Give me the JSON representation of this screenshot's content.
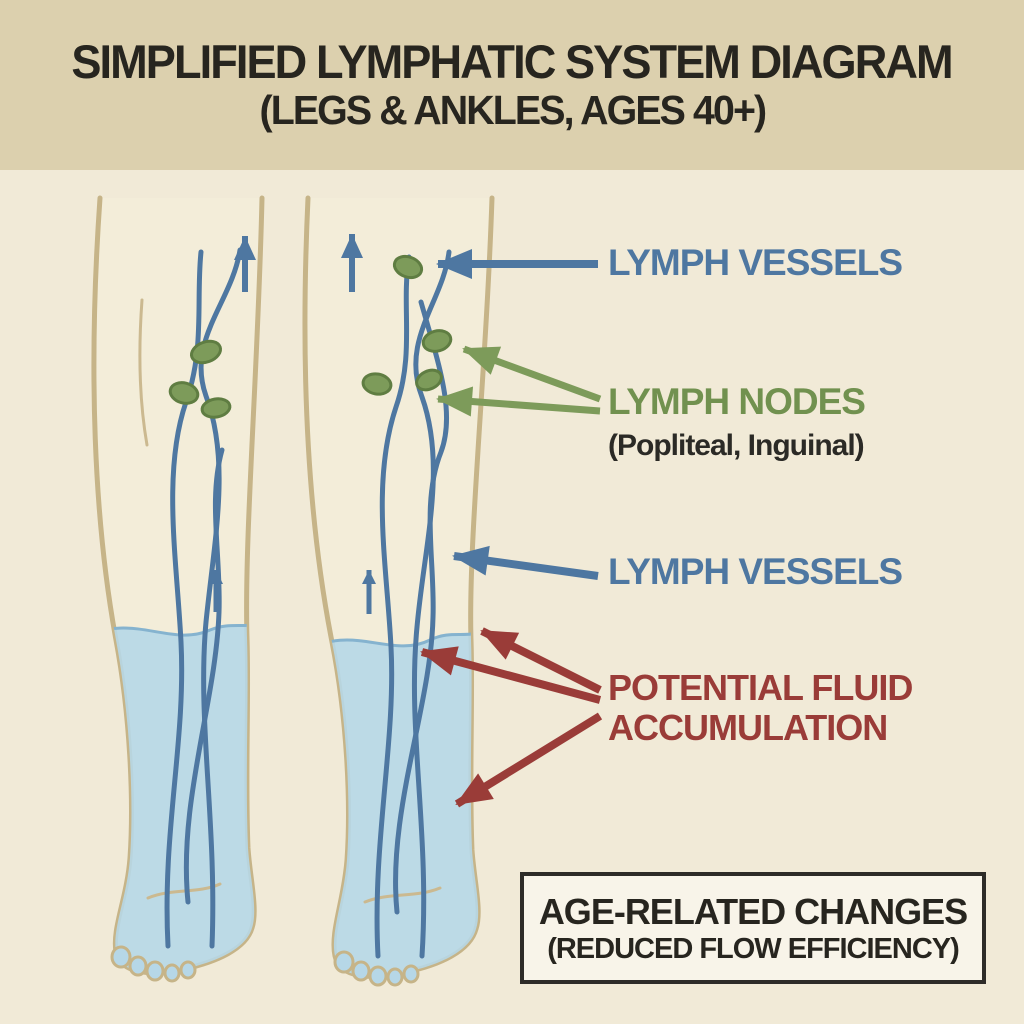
{
  "title": {
    "line1": "SIMPLIFIED LYMPHATIC SYSTEM DIAGRAM",
    "line2": "(LEGS & ANKLES, AGES 40+)"
  },
  "annotations": {
    "lymph_vessels_top": {
      "label": "LYMPH VESSELS"
    },
    "lymph_nodes": {
      "label": "LYMPH NODES",
      "sublabel": "(Popliteal, Inguinal)"
    },
    "lymph_vessels_mid": {
      "label": "LYMPH VESSELS"
    },
    "fluid_accumulation": {
      "label_line1": "POTENTIAL FLUID",
      "label_line2": "ACCUMULATION"
    }
  },
  "callout_box": {
    "line1": "AGE-RELATED CHANGES",
    "line2": "(REDUCED FLOW EFFICIENCY)"
  },
  "diagram": {
    "legs_shown": 2,
    "node_regions": [
      "Popliteal",
      "Inguinal"
    ],
    "flow_direction": "upward",
    "fluid_region": "ankles and feet"
  },
  "icons": {
    "up_flow_arrow": "upward-arrow",
    "pointer_arrow": "triangle-tipped-pointer"
  },
  "colors": {
    "header_bg": "#dcd0ae",
    "page_bg": "#f1ead7",
    "title_text": "#27251f",
    "vessel_blue": "#4e77a1",
    "label_blue": "#4e77a1",
    "node_green": "#7d9b5a",
    "label_green": "#71914f",
    "fluid_blue": "#b6d7e7",
    "fluid_edge_blue": "#85b3cf",
    "accumulation_red": "#9a3c38",
    "leg_outline_tan": "#c6b488",
    "leg_fill": "#f3edd9",
    "box_bg": "#f8f4e9",
    "box_border": "#2e2c28",
    "sub_text": "#2b2a26"
  }
}
